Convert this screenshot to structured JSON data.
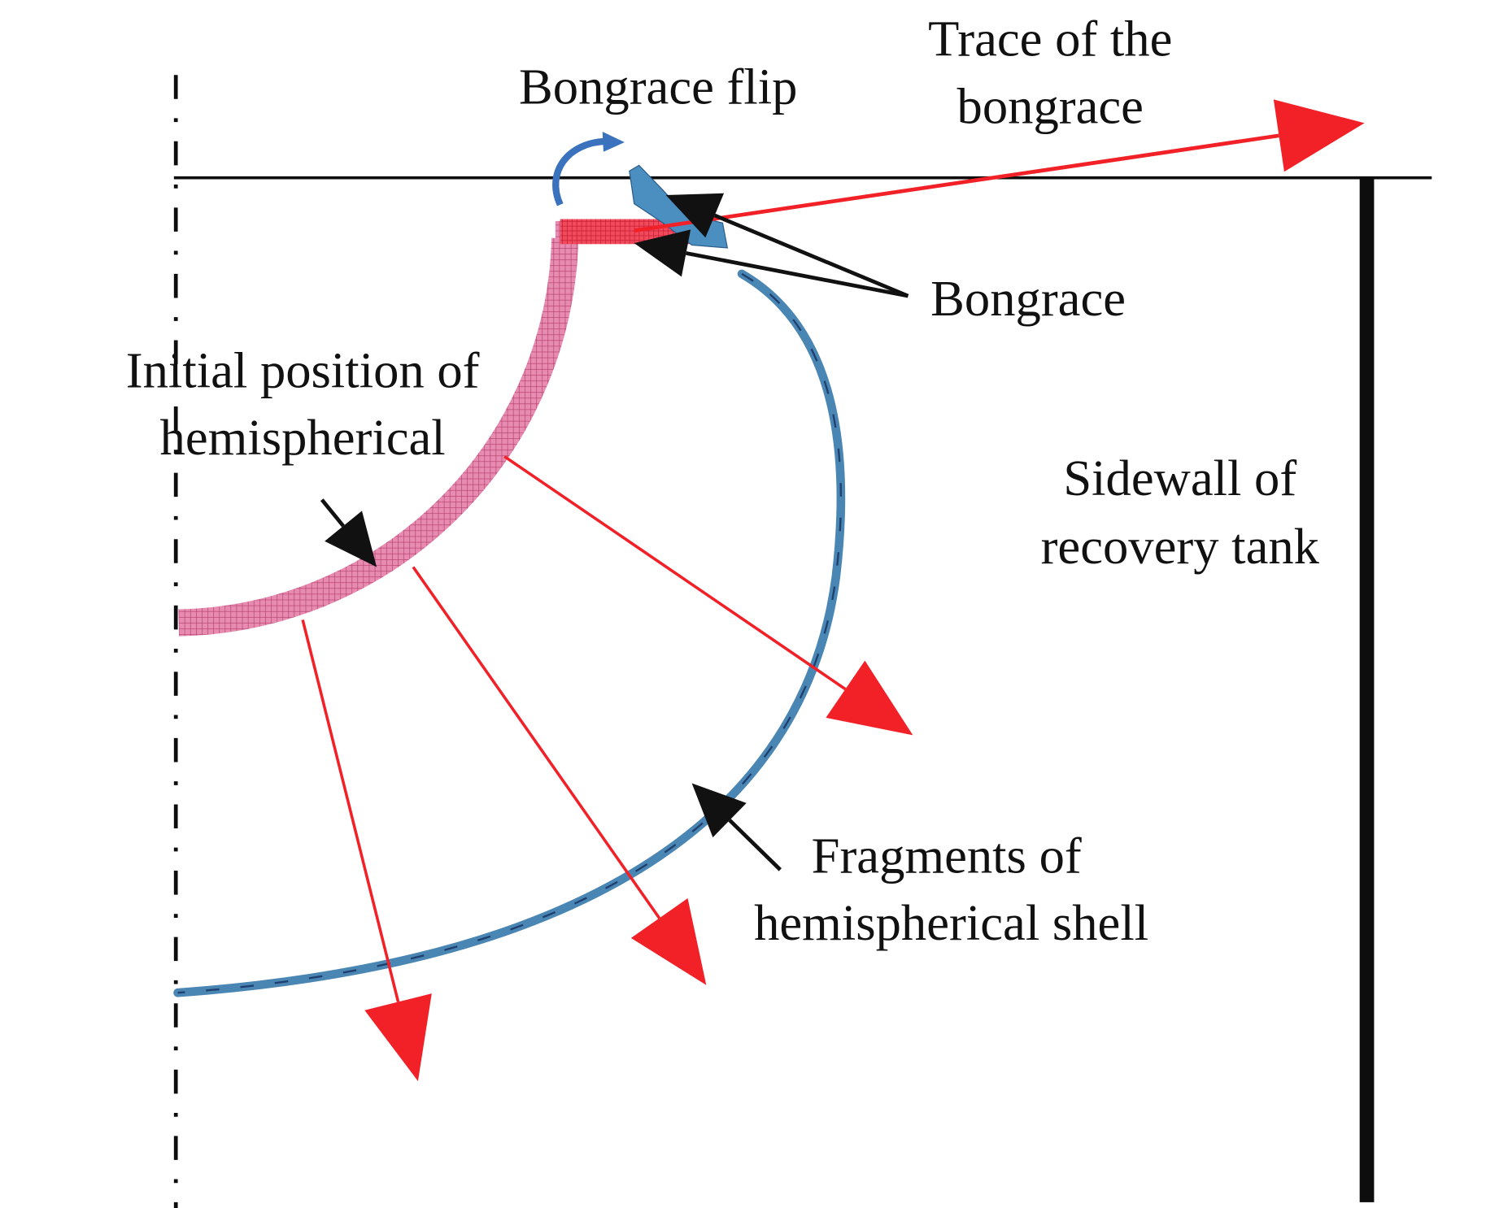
{
  "labels": {
    "trace_line1": "Trace of the",
    "trace_line2": "bongrace",
    "flip": "Bongrace flip",
    "bongrace": "Bongrace",
    "initial_line1": "Initial position of",
    "initial_line2": "hemispherical",
    "sidewall_line1": "Sidewall of",
    "sidewall_line2": "recovery tank",
    "fragments_line1": "Fragments of",
    "fragments_line2": "hemispherical shell"
  },
  "colors": {
    "initial_shell": "#e0709a",
    "initial_shell_dark": "#b8325f",
    "bongrace_initial": "#e8253a",
    "fragment_shell": "#4a86b4",
    "fragment_shell_dark": "#1f3f6e",
    "trajectory_arrow": "#f22027",
    "pointer_arrow": "#111111",
    "flip_arrow": "#3a72bd",
    "structure_line": "#0d0d0d"
  },
  "elements": {
    "symmetry_axis": "dash-dot",
    "trajectory_arrows": [
      "bongrace-trace",
      "fragment-trajectory-1",
      "fragment-trajectory-2",
      "fragment-trajectory-3"
    ]
  }
}
